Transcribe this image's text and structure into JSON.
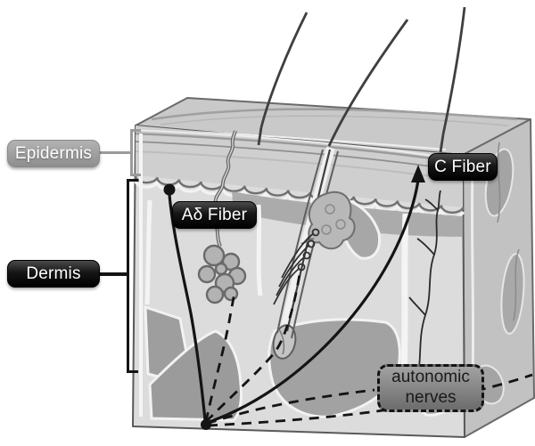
{
  "diagram": {
    "type": "skin cross-section anatomy illustration",
    "labels": {
      "epidermis": "Epidermis",
      "dermis": "Dermis",
      "a_delta_fiber": "Aδ Fiber",
      "c_fiber": "C Fiber",
      "autonomic_nerves": "autonomic nerves"
    },
    "colors": {
      "background": "#ffffff",
      "gray_label_bg": "#9a9a9a",
      "black_label_bg": "#141414",
      "autonomic_box_bg": "#8d8d8d",
      "label_text": "#ffffff",
      "autonomic_box_text": "#1a1a1a",
      "autonomic_box_border": "#141414",
      "nerve_lines": "#141414",
      "epidermis_bracket": "#9a9a9a",
      "dermis_bracket": "#141414",
      "illustration_grays": [
        "#c9c9c9",
        "#dcdcdc",
        "#a2a2a2",
        "#f2f2f2"
      ]
    },
    "line_styles": {
      "solid": "sensory fiber lines (Aδ Fiber, C Fiber)",
      "dashed": "autonomic nerve lines"
    },
    "structures": [
      "skin-block-3d",
      "hair",
      "hair-follicle",
      "sebaceous-gland",
      "sweat-gland-coil",
      "sweat-duct",
      "lanceolate-nerve-endings",
      "free-nerve-ending",
      "a-delta-fiber-line",
      "c-fiber-arrow",
      "autonomic-nerve-dashed-lines",
      "nerve-convergence-point"
    ]
  }
}
